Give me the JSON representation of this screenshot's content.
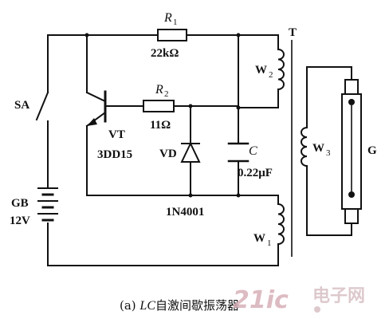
{
  "labels": {
    "r1": "R",
    "r1_sub": "1",
    "r1_value": "22kΩ",
    "r2": "R",
    "r2_sub": "2",
    "r2_value": "11Ω",
    "transistor": "VT",
    "transistor_model": "3DD15",
    "diode": "VD",
    "diode_model": "1N4001",
    "capacitor": "C",
    "capacitor_value": "0.22μF",
    "switch": "SA",
    "battery": "GB",
    "battery_voltage": "12V",
    "transformer": "T",
    "w1": "W",
    "w1_sub": "1",
    "w2": "W",
    "w2_sub": "2",
    "w3": "W",
    "w3_sub": "3",
    "lamp": "G"
  },
  "caption": {
    "prefix": "(a) ",
    "italic": "LC",
    "text": "自激间歇振荡器"
  },
  "watermark": {
    "brand": "21ic",
    "site": "电子网"
  }
}
